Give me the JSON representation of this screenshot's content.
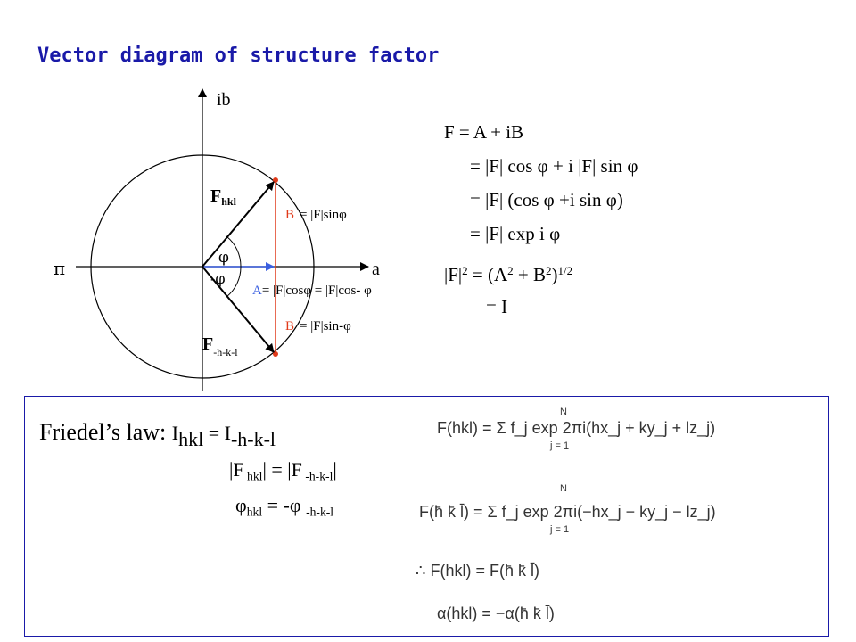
{
  "title": "Vector diagram of structure factor",
  "diagram": {
    "axis_ib": "ib",
    "axis_a": "a",
    "axis_pi": "π",
    "f_hkl_main": "F",
    "f_hkl_sub": "hkl",
    "f_neg_main": "F",
    "f_neg_sub": "-h-k-l",
    "phi": "φ",
    "neg_phi": "-φ",
    "b_upper_b": "B",
    "b_upper_rest": "= |F|sinφ",
    "a_label_a": "A",
    "a_label_rest": "= |F|cosφ = |F|cos- φ",
    "b_lower_b": "B",
    "b_lower_rest": "= |F|sin-φ",
    "colors": {
      "vector": "#000000",
      "b_line": "#e03a1a",
      "a_arrow": "#3a5fe0",
      "circle": "#000000"
    }
  },
  "equations": {
    "line1": "F = A + iB",
    "line2": "= |F| cos φ + i |F| sin φ",
    "line3": "= |F| (cos φ +i sin φ)",
    "line4": "= |F| exp i φ",
    "line5_a": "|F|",
    "line5_sup1": "2",
    "line5_b": " = (A",
    "line5_sup2": "2",
    "line5_c": " + B",
    "line5_sup3": "2",
    "line5_d": ")",
    "line5_sup4": "1/2",
    "line6": "= I"
  },
  "friedel": {
    "label": "Friedel’s  law: ",
    "l1_i1": "I",
    "l1_sub1": "hkl",
    "l1_mid": " = I",
    "l1_sub2": "-h-k-l",
    "l2_a": "|F",
    "l2_sub1": " hkl",
    "l2_b": "| = |F",
    "l2_sub2": " -h-k-l",
    "l2_c": "|",
    "l3_a": "φ",
    "l3_sub1": "hkl",
    "l3_b": " = -φ ",
    "l3_sub2": "-h-k-l",
    "rhs1": "F(hkl) =  Σ  f_j exp 2πi(hx_j + ky_j + lz_j)",
    "rhs1_sum_top": "N",
    "rhs1_sum_bottom": "j = 1",
    "rhs2": "F(h̄ k̄ l̄) =  Σ  f_j exp 2πi(−hx_j − ky_j − lz_j)",
    "rhs2_sum_top": "N",
    "rhs2_sum_bottom": "j = 1",
    "rhs3": "∴ F(hkl) = F(h̄ k̄ l̄)",
    "rhs4": "α(hkl) = −α(h̄ k̄ l̄)"
  }
}
